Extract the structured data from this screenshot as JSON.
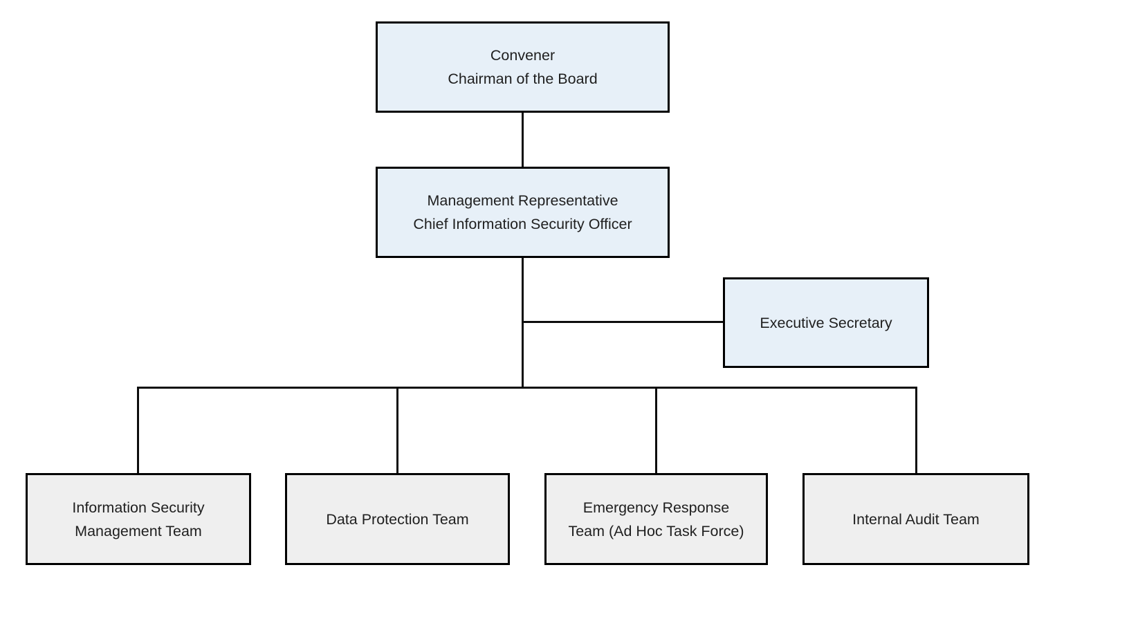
{
  "diagram": {
    "type": "org-chart",
    "background": "#ffffff",
    "colors": {
      "leadership_node_fill": "#e7f0f8",
      "team_node_fill": "#efefef",
      "node_border": "#000000",
      "connector": "#0d0d0d",
      "text": "#1f1f1f"
    },
    "nodes": {
      "convener": {
        "line1": "Convener",
        "line2": "Chairman of the Board"
      },
      "management_representative": {
        "line1": "Management Representative",
        "line2": "Chief Information Security Officer"
      },
      "executive_secretary": {
        "line1": "Executive Secretary",
        "line2": ""
      },
      "teams": [
        {
          "id": "information-security-management-team",
          "line1": "Information Security",
          "line2": "Management Team"
        },
        {
          "id": "data-protection-team",
          "line1": "Data Protection Team",
          "line2": ""
        },
        {
          "id": "emergency-response-team",
          "line1": "Emergency Response",
          "line2": "Team (Ad Hoc Task Force)"
        },
        {
          "id": "internal-audit-team",
          "line1": "Internal Audit Team",
          "line2": ""
        }
      ]
    },
    "edges": [
      {
        "from": "convener",
        "to": "management_representative"
      },
      {
        "from": "management_representative",
        "to": "executive_secretary"
      },
      {
        "from": "management_representative",
        "to": "information-security-management-team"
      },
      {
        "from": "management_representative",
        "to": "data-protection-team"
      },
      {
        "from": "management_representative",
        "to": "emergency-response-team"
      },
      {
        "from": "management_representative",
        "to": "internal-audit-team"
      }
    ]
  }
}
